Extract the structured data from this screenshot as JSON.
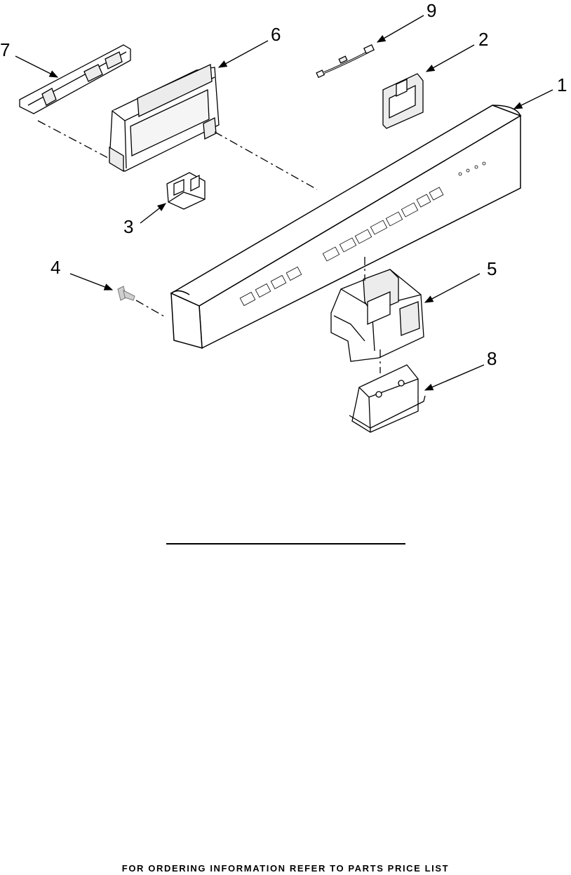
{
  "callouts": {
    "c1": "1",
    "c2": "2",
    "c3": "3",
    "c4": "4",
    "c5": "5",
    "c6": "6",
    "c7": "7",
    "c8": "8",
    "c9": "9"
  },
  "footer_text": "FOR ORDERING INFORMATION REFER TO PARTS PRICE LIST",
  "colors": {
    "line": "#000000",
    "part_fill": "#ffffff",
    "face_fill": "#ececec",
    "screw": "#b0b0b0"
  }
}
